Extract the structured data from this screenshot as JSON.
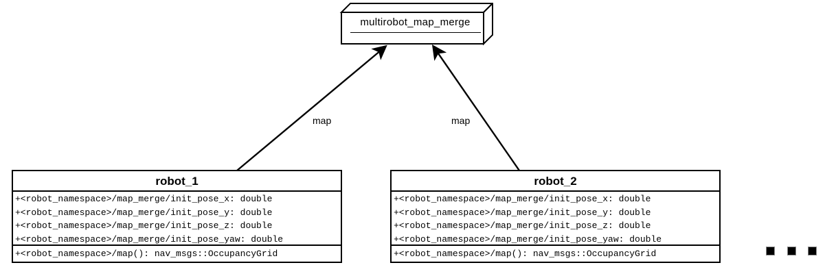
{
  "diagram": {
    "type": "uml-class-diagram",
    "title_node": {
      "label": "multirobot_map_merge",
      "shape": "3d-package-box",
      "underlined": true
    },
    "edges": [
      {
        "from": "robot_1",
        "to": "multirobot_map_merge",
        "label": "map",
        "arrow": "filled-triangle"
      },
      {
        "from": "robot_2",
        "to": "multirobot_map_merge",
        "label": "map",
        "arrow": "filled-triangle"
      }
    ],
    "classes": [
      {
        "name": "robot_1",
        "attributes": [
          "+<robot_namespace>/map_merge/init_pose_x: double",
          "+<robot_namespace>/map_merge/init_pose_y: double",
          "+<robot_namespace>/map_merge/init_pose_z: double",
          "+<robot_namespace>/map_merge/init_pose_yaw: double"
        ],
        "methods": [
          "+<robot_namespace>/map(): nav_msgs::OccupancyGrid"
        ]
      },
      {
        "name": "robot_2",
        "attributes": [
          "+<robot_namespace>/map_merge/init_pose_x: double",
          "+<robot_namespace>/map_merge/init_pose_y: double",
          "+<robot_namespace>/map_merge/init_pose_z: double",
          "+<robot_namespace>/map_merge/init_pose_yaw: double"
        ],
        "methods": [
          "+<robot_namespace>/map(): nav_msgs::OccupancyGrid"
        ]
      }
    ],
    "ellipsis": {
      "glyph": "three-squares",
      "meaning": "more-robots"
    },
    "colors": {
      "stroke": "#000000",
      "fill": "#ffffff",
      "text": "#000000"
    }
  }
}
